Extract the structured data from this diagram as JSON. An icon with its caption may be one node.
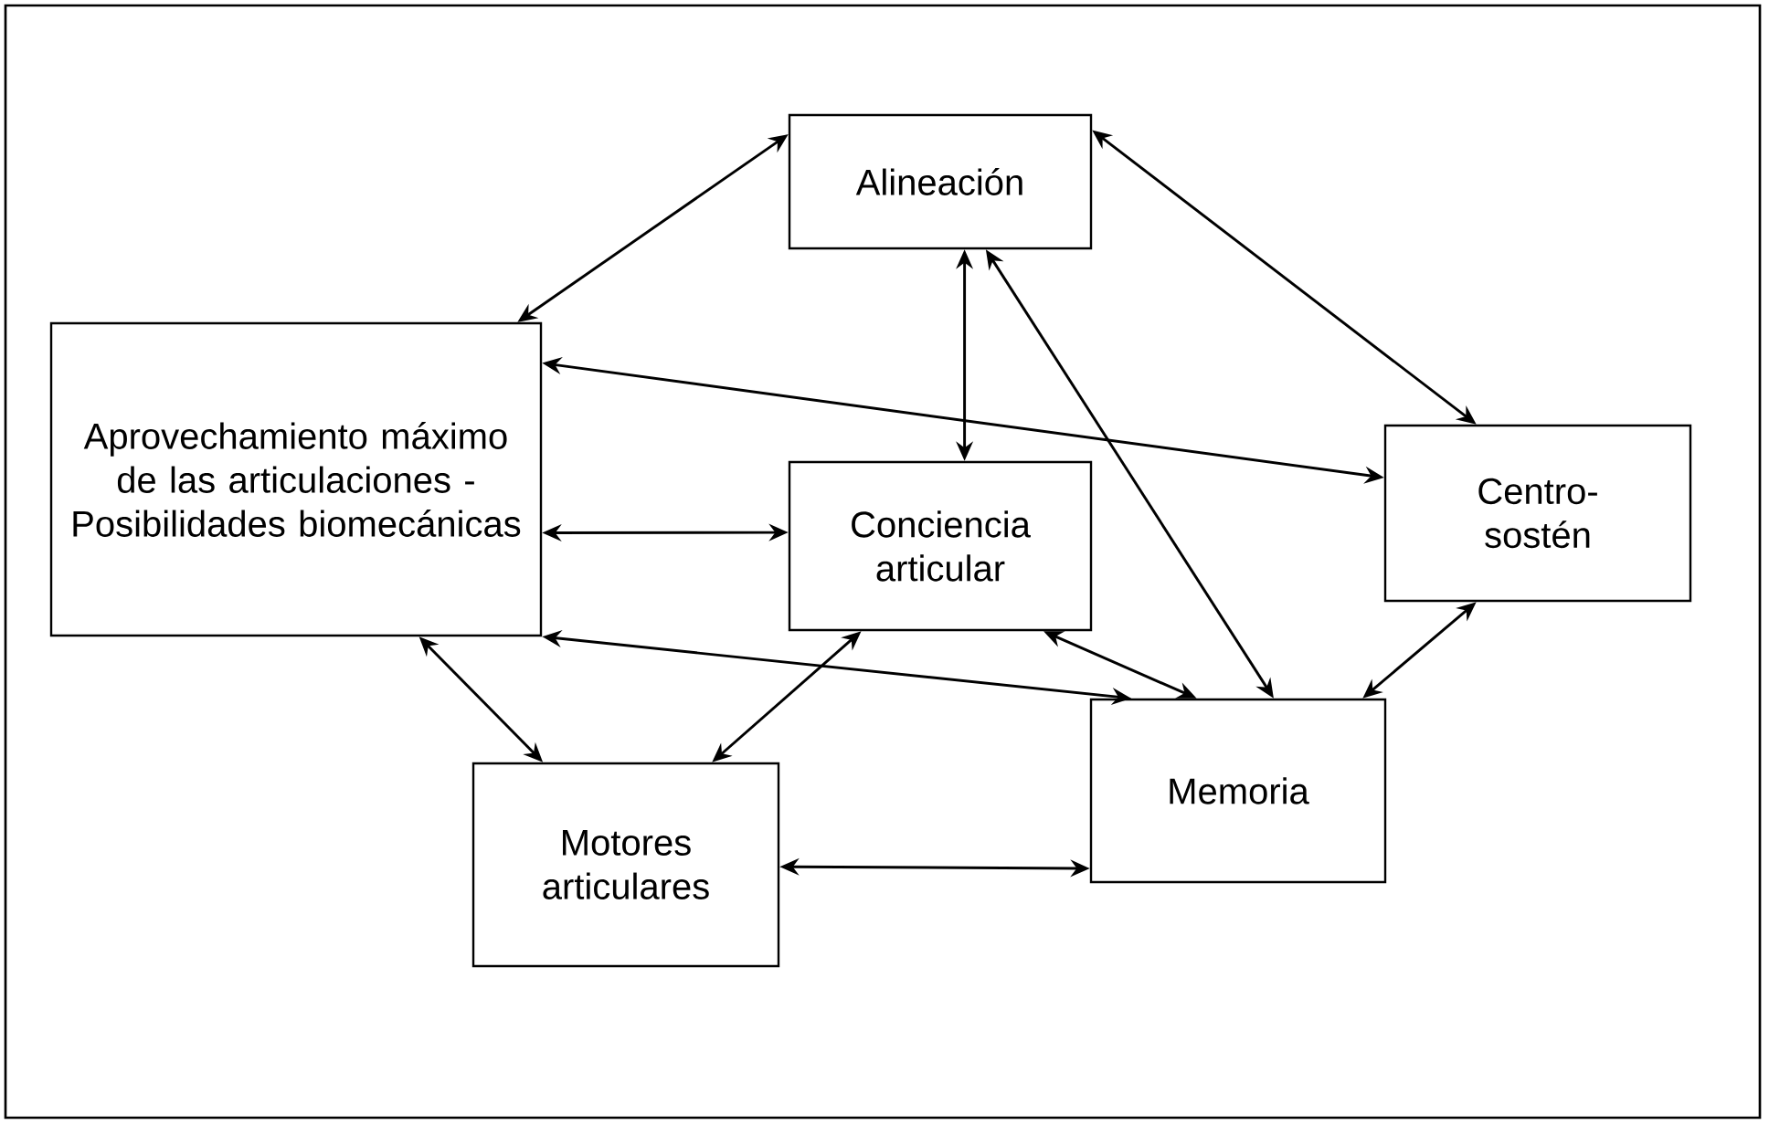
{
  "diagram": {
    "nodes": [
      {
        "text": [
          "Alineación"
        ]
      },
      {
        "text": [
          "Aprovechamiento máximo de las articulaciones - Posibilidades biomecánicas"
        ]
      },
      {
        "text": [
          "Conciencia articular"
        ]
      },
      {
        "text": [
          "Centro-sostén"
        ]
      },
      {
        "text": [
          "Motores articulares"
        ]
      },
      {
        "text": [
          "Memoria"
        ]
      }
    ],
    "edges": [
      {
        "from": 0,
        "to": 1,
        "arrow": "both"
      },
      {
        "from": 0,
        "to": 3,
        "arrow": "both"
      },
      {
        "from": 0,
        "to": 2,
        "arrow": "both"
      },
      {
        "from": 0,
        "to": 5,
        "arrow": "both"
      },
      {
        "from": 1,
        "to": 3,
        "arrow": "both"
      },
      {
        "from": 1,
        "to": 2,
        "arrow": "both"
      },
      {
        "from": 1,
        "to": 4,
        "arrow": "both"
      },
      {
        "from": 1,
        "to": 5,
        "arrow": "both"
      },
      {
        "from": 2,
        "to": 4,
        "arrow": "both"
      },
      {
        "from": 2,
        "to": 5,
        "arrow": "both"
      },
      {
        "from": 3,
        "to": 5,
        "arrow": "both"
      },
      {
        "from": 4,
        "to": 5,
        "arrow": "both"
      }
    ]
  }
}
